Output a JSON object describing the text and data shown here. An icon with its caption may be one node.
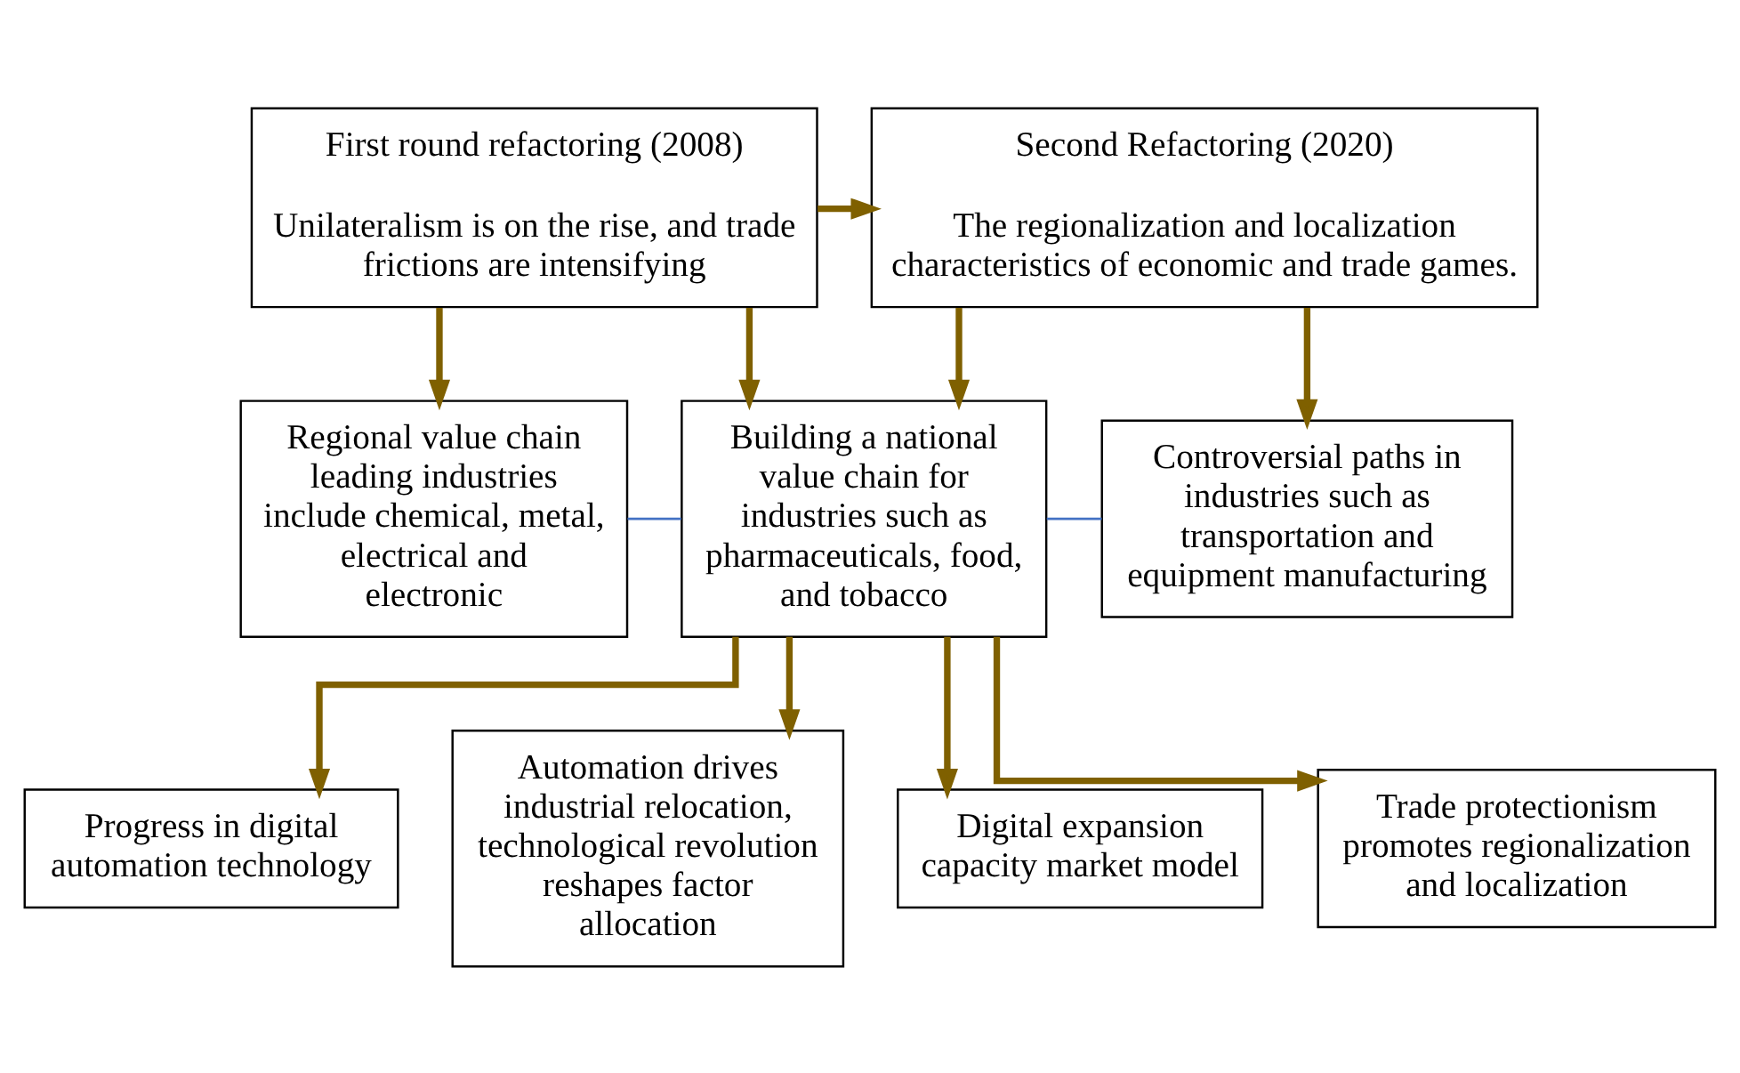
{
  "diagram": {
    "nodes": [
      {
        "text": [
          "First round refactoring (2008)",
          "Unilateralism is on the rise, and trade frictions are intensifying"
        ]
      },
      {
        "text": [
          "Second Refactoring (2020)",
          "The regionalization and localization characteristics of economic and trade games."
        ]
      },
      {
        "text": [
          "Regional value chain leading industries include chemical, metal, electrical and electronic"
        ]
      },
      {
        "text": [
          "Building a national value chain for industries such as pharmaceuticals, food, and tobacco"
        ]
      },
      {
        "text": [
          "Controversial paths in industries such as transportation and equipment manufacturing"
        ]
      },
      {
        "text": [
          "Progress in digital automation technology"
        ]
      },
      {
        "text": [
          "Automation drives industrial relocation, technological revolution reshapes factor allocation"
        ]
      },
      {
        "text": [
          "Digital expansion capacity market model"
        ]
      },
      {
        "text": [
          "Trade protectionism promotes regionalization and localization"
        ]
      }
    ],
    "edges": [
      {
        "from": 0,
        "to": 1,
        "arrow": "to"
      },
      {
        "from": 0,
        "to": 2,
        "arrow": "to"
      },
      {
        "from": 0,
        "to": 3,
        "arrow": "to"
      },
      {
        "from": 1,
        "to": 3,
        "arrow": "to"
      },
      {
        "from": 1,
        "to": 4,
        "arrow": "to"
      },
      {
        "from": 2,
        "to": 3,
        "arrow": "none",
        "color": "#4472c4"
      },
      {
        "from": 3,
        "to": 4,
        "arrow": "none",
        "color": "#4472c4"
      },
      {
        "from": 3,
        "to": 5,
        "arrow": "to"
      },
      {
        "from": 3,
        "to": 6,
        "arrow": "to"
      },
      {
        "from": 3,
        "to": 7,
        "arrow": "to"
      },
      {
        "from": 3,
        "to": 8,
        "arrow": "to"
      }
    ]
  }
}
